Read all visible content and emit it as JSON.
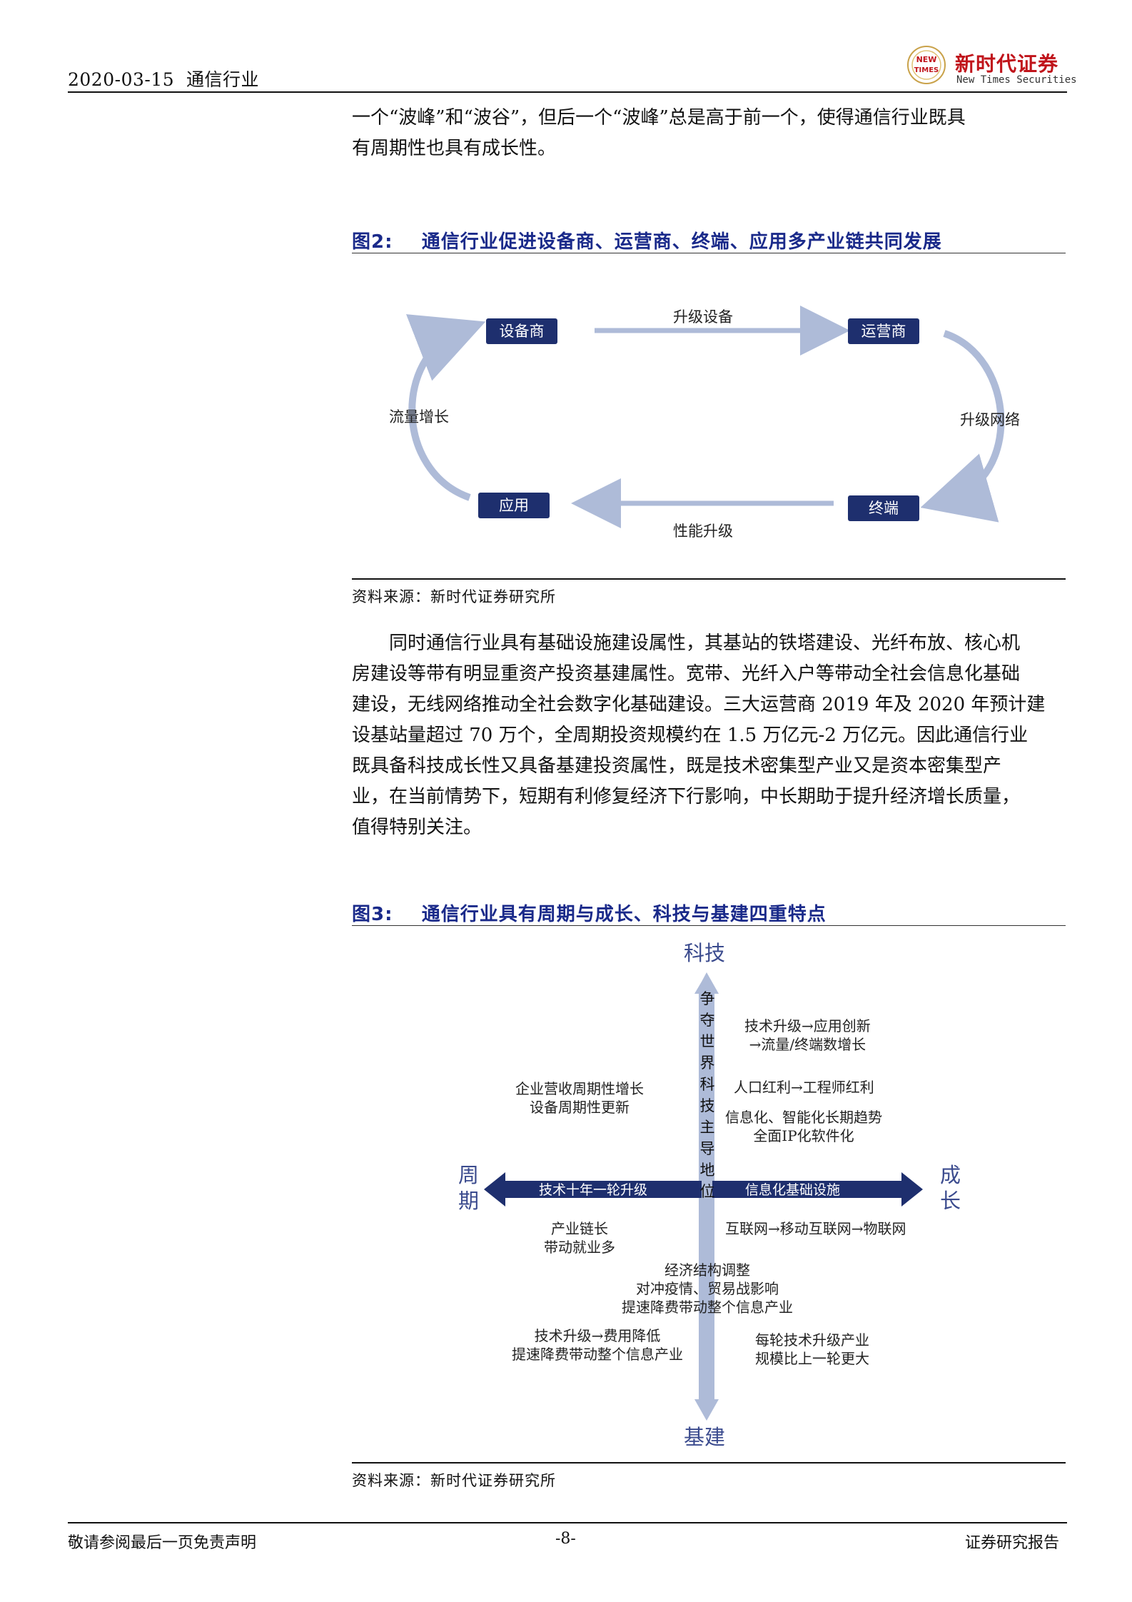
{
  "header": {
    "date": "2020-03-15",
    "industry": "通信行业",
    "logo_cn": "新时代证券",
    "logo_en": "New Times Securities",
    "logo_badge": "NEW TIMES"
  },
  "intro": {
    "line1": "一个“波峰”和“波谷”，但后一个“波峰”总是高于前一个，使得通信行业既具",
    "line2": "有周期性也具有成长性。"
  },
  "fig2": {
    "number": "图2:",
    "title": "通信行业促进设备商、运营商、终端、应用多产业链共同发展",
    "nodes": {
      "equipment": "设备商",
      "operator": "运营商",
      "terminal": "终端",
      "application": "应用"
    },
    "edges": {
      "top": "升级设备",
      "right": "升级网络",
      "bottom": "性能升级",
      "left": "流量增长"
    },
    "colors": {
      "box": "#1e2f6e",
      "arrow": "#aebbd8"
    },
    "source": "资料来源：新时代证券研究所"
  },
  "body_paragraph": {
    "lines": [
      "同时通信行业具有基础设施建设属性，其基站的铁塔建设、光纤布放、核心机",
      "房建设等带有明显重资产投资基建属性。宽带、光纤入户等带动全社会信息化基础",
      "建设，无线网络推动全社会数字化基础建设。三大运营商 2019 年及 2020 年预计建",
      "设基站量超过 70 万个，全周期投资规模约在 1.5 万亿元-2 万亿元。因此通信行业",
      "既具备科技成长性又具备基建投资属性，既是技术密集型产业又是资本密集型产",
      "业，在当前情势下，短期有利修复经济下行影响，中长期助于提升经济增长质量，",
      "值得特别关注。"
    ]
  },
  "fig3": {
    "number": "图3:",
    "title": "通信行业具有周期与成长、科技与基建四重特点",
    "axes": {
      "top": "科技",
      "bottom": "基建",
      "left": "周期",
      "right": "成长"
    },
    "vertical_text": [
      "争",
      "夺",
      "世",
      "界",
      "科",
      "技",
      "主",
      "导",
      "地",
      "位"
    ],
    "left_arrow_label": "技术十年一轮升级",
    "right_arrow_label": "信息化基础设施",
    "q_top_right_1": [
      "技术升级→应用创新",
      "→流量/终端数增长"
    ],
    "q_top_right_2": "人口红利→工程师红利",
    "q_top_right_3": [
      "信息化、智能化长期趋势",
      "全面IP化软件化"
    ],
    "q_top_left": [
      "企业营收周期性增长",
      "设备周期性更新"
    ],
    "q_bottom_left_1": [
      "产业链长",
      "带动就业多"
    ],
    "q_bottom_right_1": "互联网→移动互联网→物联网",
    "center_bottom": [
      "经济结构调整",
      "对冲疫情、贸易战影响",
      "提速降费带动整个信息产业"
    ],
    "q_bottom_left_2": [
      "技术升级→费用降低",
      "提速降费带动整个信息产业"
    ],
    "q_bottom_right_2": [
      "每轮技术升级产业",
      "规模比上一轮更大"
    ],
    "colors": {
      "horizontal_arrow": "#1e2f6e",
      "vertical_arrow": "#aebbd8",
      "axis_label": "#3b4b8e"
    },
    "source": "资料来源：新时代证券研究所"
  },
  "footer": {
    "left": "敬请参阅最后一页免责声明",
    "page": "-8-",
    "right": "证券研究报告"
  }
}
